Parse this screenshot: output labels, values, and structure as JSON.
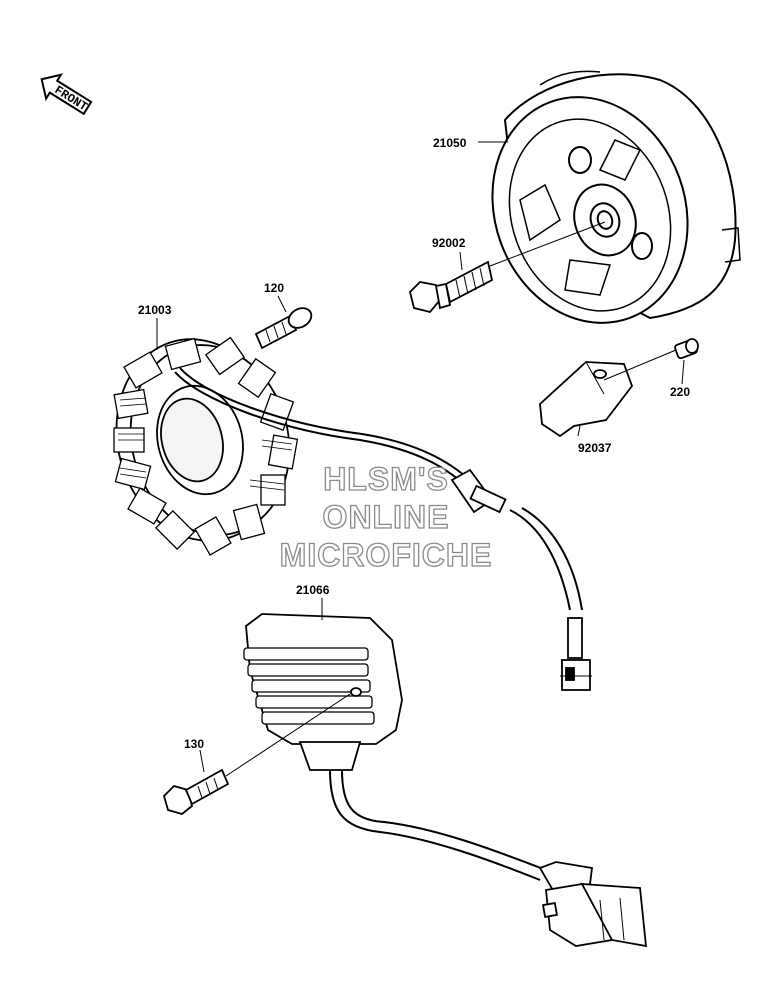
{
  "front_arrow": {
    "label": "FRONT"
  },
  "parts": {
    "flywheel": "21050",
    "flywheel_bolt": "92002",
    "stator": "21003",
    "stator_screw": "120",
    "bracket": "92037",
    "bracket_screw": "220",
    "regulator": "21066",
    "regulator_bolt": "130"
  },
  "watermark": {
    "line1": "HLSM'S",
    "line2": "ONLINE",
    "line3": "MICROFICHE"
  }
}
